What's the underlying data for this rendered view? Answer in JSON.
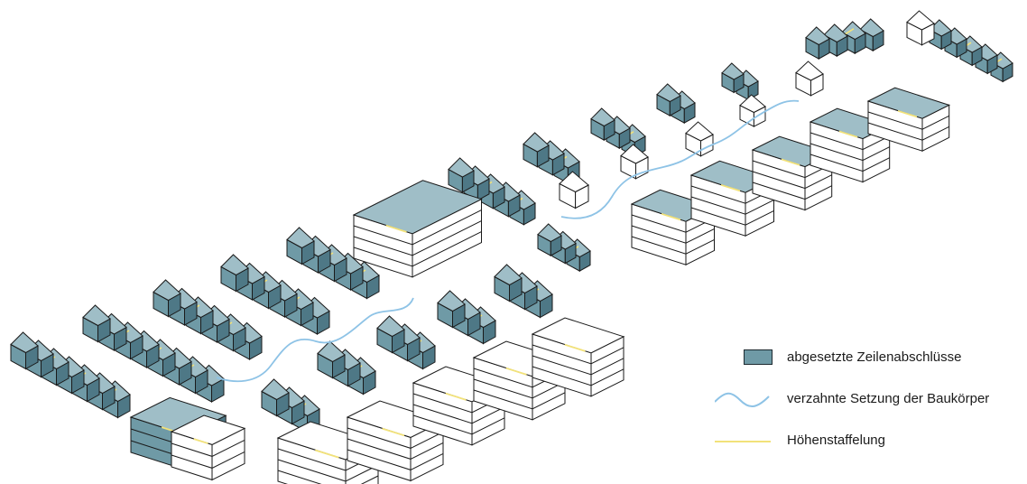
{
  "colors": {
    "accent_block": "#6f9aa6",
    "accent_light": "#9fbec7",
    "accent_dark": "#4e7886",
    "wave": "#8ec3e6",
    "height_line": "#f2e27a",
    "stroke": "#1a1a1a",
    "paper": "#ffffff"
  },
  "legend": {
    "items": [
      {
        "label": "abgesetzte Zeilenabschlüsse",
        "symbol": "teal-block-icon"
      },
      {
        "label": "verzahnte Setzung der Baukörper",
        "symbol": "blue-wave-icon"
      },
      {
        "label": "Höhenstaffelung",
        "symbol": "yellow-line-icon"
      }
    ]
  }
}
